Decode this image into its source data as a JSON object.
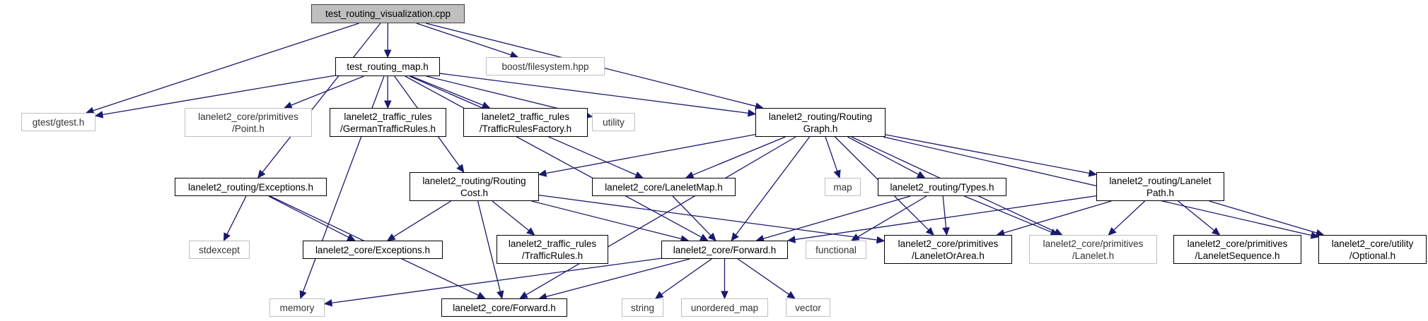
{
  "colors": {
    "edge": "#191970",
    "root_fill": "#bfbfbf",
    "missing_border": "#bfbfbf",
    "node_border": "#000000"
  },
  "nodes": [
    {
      "id": "root",
      "label": "test_routing_visualization.cpp",
      "root": true
    },
    {
      "id": "trm",
      "label": "test_routing_map.h"
    },
    {
      "id": "boost",
      "label": "boost/filesystem.hpp",
      "missing": true
    },
    {
      "id": "gtest",
      "label": "gtest/gtest.h",
      "missing": true
    },
    {
      "id": "point",
      "label": "lanelet2_core/primitives\n/Point.h",
      "missing": true
    },
    {
      "id": "german",
      "label": "lanelet2_traffic_rules\n/GermanTrafficRules.h"
    },
    {
      "id": "trf",
      "label": "lanelet2_traffic_rules\n/TrafficRulesFactory.h"
    },
    {
      "id": "utility",
      "label": "utility",
      "missing": true
    },
    {
      "id": "rg",
      "label": "lanelet2_routing/Routing\nGraph.h"
    },
    {
      "id": "rexc",
      "label": "lanelet2_routing/Exceptions.h"
    },
    {
      "id": "rcost",
      "label": "lanelet2_routing/Routing\nCost.h"
    },
    {
      "id": "lmap",
      "label": "lanelet2_core/LaneletMap.h"
    },
    {
      "id": "map",
      "label": "map",
      "missing": true
    },
    {
      "id": "types",
      "label": "lanelet2_routing/Types.h"
    },
    {
      "id": "lpath",
      "label": "lanelet2_routing/Lanelet\nPath.h"
    },
    {
      "id": "stdexcept",
      "label": "stdexcept",
      "missing": true
    },
    {
      "id": "cexc",
      "label": "lanelet2_core/Exceptions.h"
    },
    {
      "id": "trules",
      "label": "lanelet2_traffic_rules\n/TrafficRules.h"
    },
    {
      "id": "fwd",
      "label": "lanelet2_core/Forward.h"
    },
    {
      "id": "functional",
      "label": "functional",
      "missing": true
    },
    {
      "id": "loa",
      "label": "lanelet2_core/primitives\n/LaneletOrArea.h"
    },
    {
      "id": "lanelet",
      "label": "lanelet2_core/primitives\n/Lanelet.h",
      "missing": true
    },
    {
      "id": "lseq",
      "label": "lanelet2_core/primitives\n/LaneletSequence.h"
    },
    {
      "id": "optional",
      "label": "lanelet2_core/utility\n/Optional.h"
    },
    {
      "id": "memory",
      "label": "memory",
      "missing": true
    },
    {
      "id": "fwd2",
      "label": "lanelet2_core/Forward.h"
    },
    {
      "id": "string",
      "label": "string",
      "missing": true
    },
    {
      "id": "umap",
      "label": "unordered_map",
      "missing": true
    },
    {
      "id": "vector",
      "label": "vector",
      "missing": true
    }
  ],
  "edges": [
    [
      "root",
      "trm"
    ],
    [
      "root",
      "boost"
    ],
    [
      "root",
      "gtest"
    ],
    [
      "root",
      "rg"
    ],
    [
      "root",
      "rexc"
    ],
    [
      "trm",
      "gtest"
    ],
    [
      "trm",
      "point"
    ],
    [
      "trm",
      "german"
    ],
    [
      "trm",
      "trf"
    ],
    [
      "trm",
      "utility"
    ],
    [
      "trm",
      "rg"
    ],
    [
      "trm",
      "lmap"
    ],
    [
      "trm",
      "fwd"
    ],
    [
      "trm",
      "rcost"
    ],
    [
      "trm",
      "memory"
    ],
    [
      "rg",
      "rcost"
    ],
    [
      "rg",
      "lmap"
    ],
    [
      "rg",
      "map"
    ],
    [
      "rg",
      "types"
    ],
    [
      "rg",
      "lpath"
    ],
    [
      "rg",
      "loa"
    ],
    [
      "rg",
      "lanelet"
    ],
    [
      "rg",
      "optional"
    ],
    [
      "rg",
      "fwd"
    ],
    [
      "rg",
      "fwd2"
    ],
    [
      "rexc",
      "stdexcept"
    ],
    [
      "rexc",
      "cexc"
    ],
    [
      "rexc",
      "fwd2"
    ],
    [
      "rcost",
      "cexc"
    ],
    [
      "rcost",
      "fwd2"
    ],
    [
      "rcost",
      "trules"
    ],
    [
      "rcost",
      "fwd"
    ],
    [
      "rcost",
      "loa"
    ],
    [
      "lmap",
      "fwd"
    ],
    [
      "types",
      "fwd"
    ],
    [
      "types",
      "functional"
    ],
    [
      "types",
      "loa"
    ],
    [
      "types",
      "lanelet"
    ],
    [
      "lpath",
      "fwd"
    ],
    [
      "lpath",
      "loa"
    ],
    [
      "lpath",
      "lanelet"
    ],
    [
      "lpath",
      "lseq"
    ],
    [
      "lpath",
      "optional"
    ],
    [
      "fwd",
      "memory"
    ],
    [
      "fwd",
      "fwd2"
    ],
    [
      "fwd",
      "string"
    ],
    [
      "fwd",
      "umap"
    ],
    [
      "fwd",
      "vector"
    ]
  ]
}
